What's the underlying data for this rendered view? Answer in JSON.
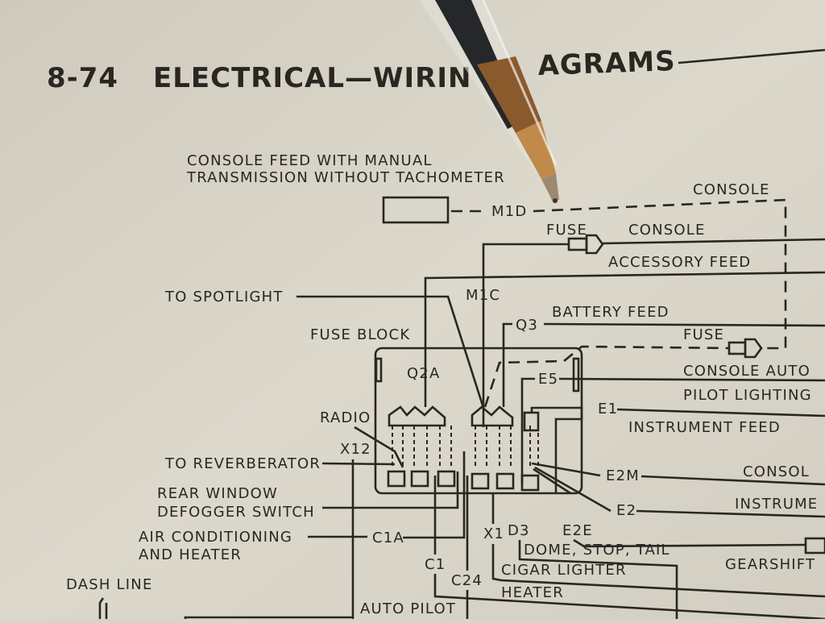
{
  "page": {
    "number": "8-74",
    "title_left": "ELECTRICAL—WIRIN",
    "title_right": "AGRAMS"
  },
  "note": {
    "line1": "CONSOLE FEED WITH MANUAL",
    "line2": "TRANSMISSION WITHOUT TACHOMETER"
  },
  "labels": {
    "m1d": "M1D",
    "console_top": "CONSOLE",
    "fuse1": "FUSE",
    "console_mid": "CONSOLE",
    "accessory_feed": "ACCESSORY FEED",
    "to_spotlight": "TO SPOTLIGHT",
    "m1c": "M1C",
    "q3": "Q3",
    "battery_feed": "BATTERY FEED",
    "fuse_block": "FUSE BLOCK",
    "fuse2": "FUSE",
    "q2a": "Q2A",
    "e5": "E5",
    "console_auto": "CONSOLE AUTO",
    "pilot_lighting": "PILOT LIGHTING",
    "radio": "RADIO",
    "e1": "E1",
    "instrument_feed": "INSTRUMENT FEED",
    "x12": "X12",
    "to_reverberator": "TO REVERBERATOR",
    "e2m": "E2M",
    "consol": "CONSOL",
    "rear_window": "REAR WINDOW",
    "defogger_switch": "DEFOGGER SWITCH",
    "e2": "E2",
    "instrume": "INSTRUME",
    "d3": "D3",
    "e2e": "E2E",
    "air_conditioning": "AIR CONDITIONING",
    "and_heater": "AND HEATER",
    "c1a": "C1A",
    "x1": "X1",
    "dome_stop_tail": "DOME, STOP, TAIL",
    "gearshift": "GEARSHIFT",
    "c1": "C1",
    "c24": "C24",
    "cigar_lighter": "CIGAR LIGHTER",
    "heater": "HEATER",
    "dash_line": "DASH LINE",
    "auto_pilot": "AUTO PILOT"
  },
  "colors": {
    "paper": "#d9d4c8",
    "ink": "#2a2622",
    "pen_tip": "#b07a3c"
  }
}
